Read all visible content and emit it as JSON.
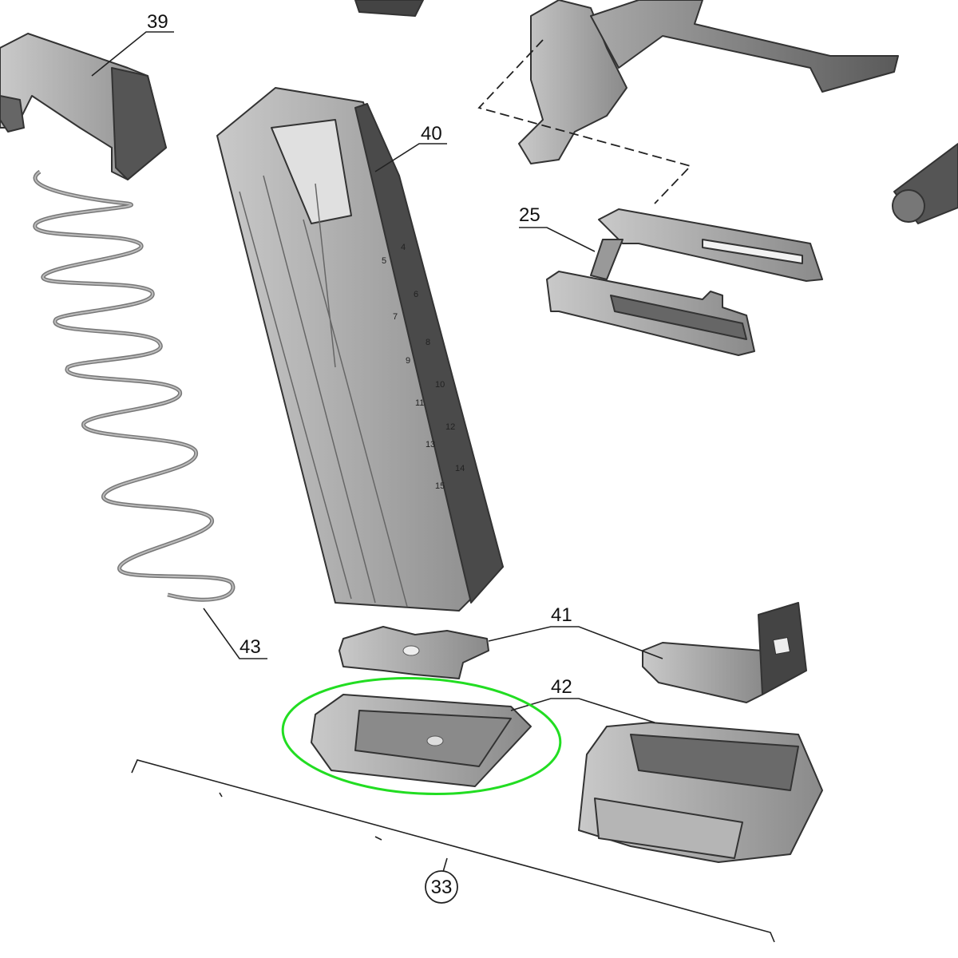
{
  "diagram": {
    "callouts": {
      "c39": "39",
      "c40": "40",
      "c25": "25",
      "c41": "41",
      "c42": "42",
      "c43": "43",
      "c33": "33"
    },
    "magazine_round_numbers": [
      "4",
      "5",
      "6",
      "7",
      "8",
      "9",
      "10",
      "11",
      "12",
      "13",
      "14",
      "15"
    ],
    "highlight_color": "#22dd22"
  }
}
